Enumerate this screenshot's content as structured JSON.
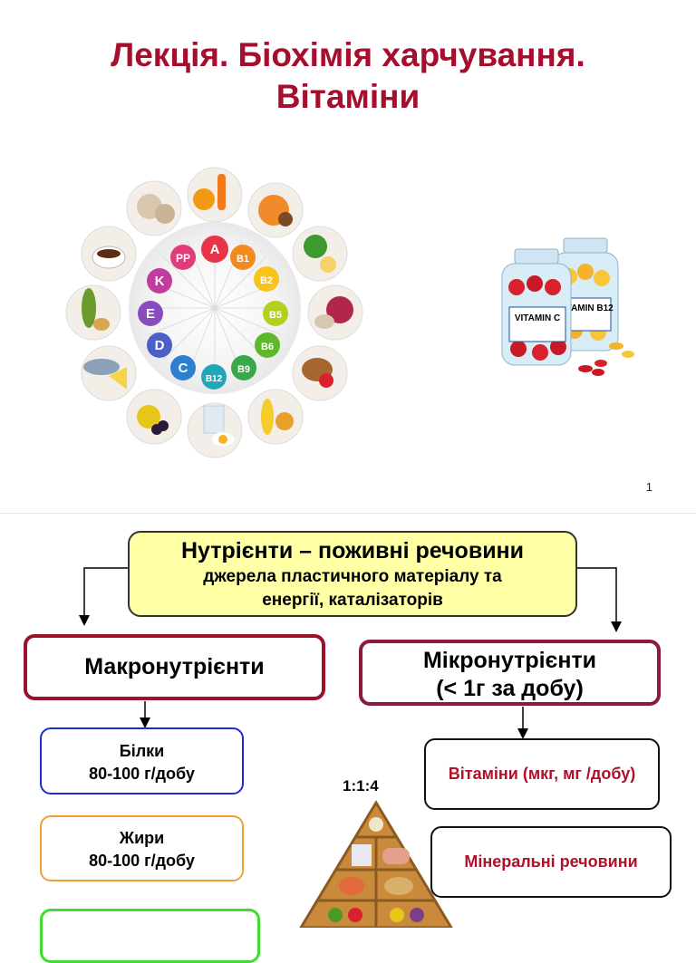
{
  "slide1": {
    "title_line1": "Лекція. Біохімія харчування.",
    "title_line2": "Вітаміни",
    "page_number": "1",
    "wheel_letters": [
      "A",
      "B1",
      "B2",
      "B5",
      "B6",
      "B9",
      "B12",
      "C",
      "D",
      "E",
      "K",
      "PP"
    ],
    "bottle_label_left": "VITAMIN C",
    "bottle_label_right": "VITAMIN B12"
  },
  "slide2": {
    "nutrients_title": "Нутрієнти – поживні речовини",
    "nutrients_sub1": "джерела пластичного матеріалу та",
    "nutrients_sub2": "енергії, каталізаторів",
    "macro_label": "Макронутрієнти",
    "micro_label1": "Мікронутрієнти",
    "micro_label2": "(< 1г за добу)",
    "proteins_label": "Білки",
    "proteins_amount": "80-100 г/добу",
    "fats_label": "Жири",
    "fats_amount": "80-100 г/добу",
    "vitamins_label": "Вітаміни (мкг, мг /добу)",
    "minerals_label": "Мінеральні речовини",
    "ratio": "1:1:4"
  },
  "colors": {
    "title": "#a50e2c",
    "nutrients_fill": "#ffffa6",
    "macro_border": "#9e1227",
    "micro_border": "#8a1c3a",
    "proteins_border": "#1d2ad8",
    "fats_border": "#f0a033",
    "carbs_border": "#3ddc2d",
    "micro_text": "#b0102c"
  }
}
